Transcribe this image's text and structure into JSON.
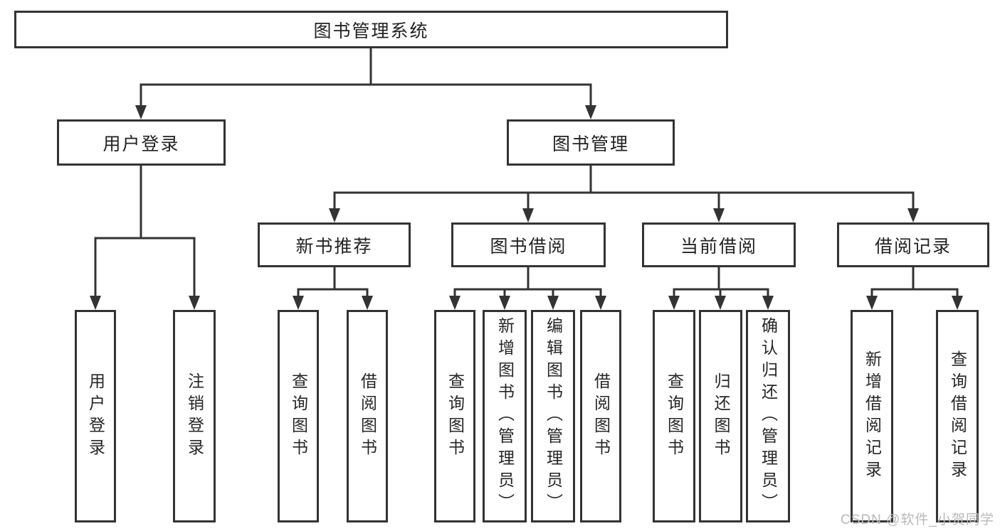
{
  "diagram_type": "hierarchy-tree",
  "colors": {
    "line": "#333333",
    "node_border": "#333333",
    "text": "#222222",
    "watermark": "#b9b9b9",
    "background": "#ffffff"
  },
  "tree": {
    "label": "图书管理系统",
    "children": [
      {
        "label": "用户登录",
        "children": [
          {
            "label": "用户登录"
          },
          {
            "label": "注销登录"
          }
        ]
      },
      {
        "label": "图书管理",
        "children": [
          {
            "label": "新书推荐",
            "children": [
              {
                "label": "查询图书"
              },
              {
                "label": "借阅图书"
              }
            ]
          },
          {
            "label": "图书借阅",
            "children": [
              {
                "label": "查询图书"
              },
              {
                "label": "新增图书（管理员）"
              },
              {
                "label": "编辑图书（管理员）"
              },
              {
                "label": "借阅图书"
              }
            ]
          },
          {
            "label": "当前借阅",
            "children": [
              {
                "label": "查询图书"
              },
              {
                "label": "归还图书"
              },
              {
                "label": "确认归还（管理员）"
              }
            ]
          },
          {
            "label": "借阅记录",
            "children": [
              {
                "label": "新增借阅记录"
              },
              {
                "label": "查询借阅记录"
              }
            ]
          }
        ]
      }
    ]
  },
  "watermark": {
    "text": "CSDN @软件_小贺同学"
  }
}
